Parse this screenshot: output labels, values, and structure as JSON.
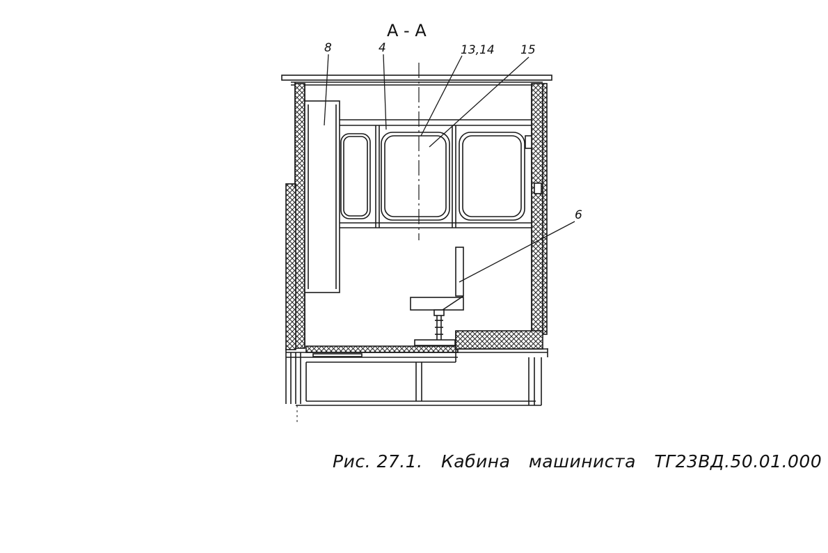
{
  "section_label": "А - А",
  "callouts": {
    "c8": "8",
    "c4": "4",
    "c13_14": "13,14",
    "c15": "15",
    "c6": "6"
  },
  "caption": {
    "figure": "Рис. 27.1.",
    "title_word1": "Кабина",
    "title_word2": "машиниста",
    "designation": "ТГ23ВД.50.01.000"
  }
}
